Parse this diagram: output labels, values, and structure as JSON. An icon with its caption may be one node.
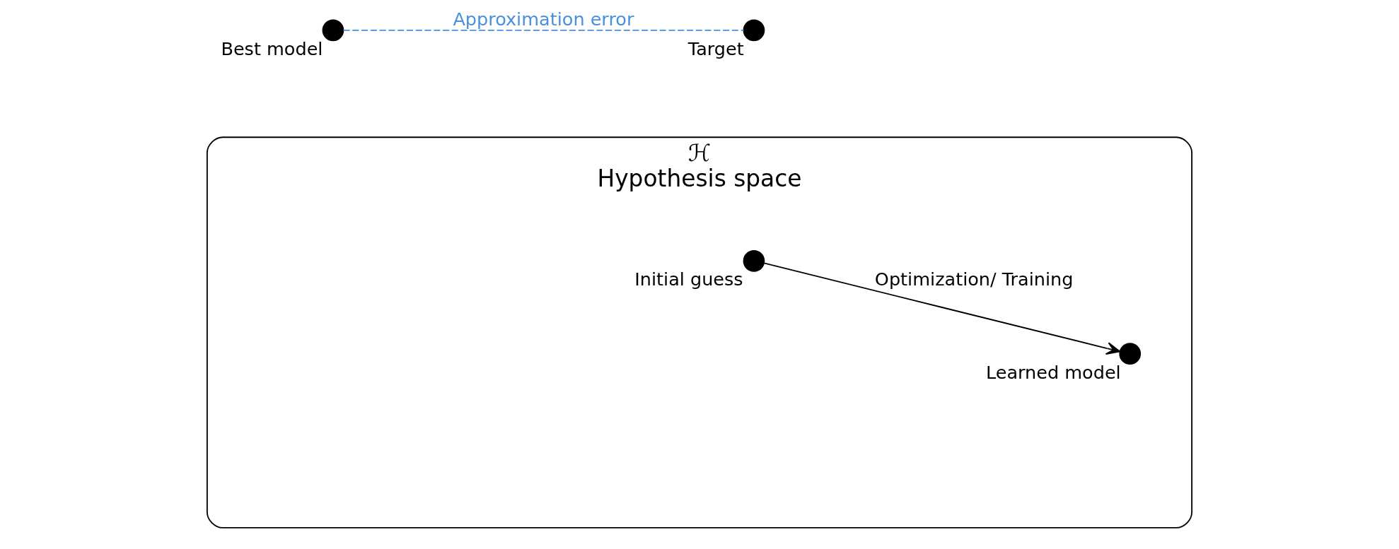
{
  "diagram": {
    "nodes": [
      {
        "text": [
          "ℋ",
          "Hypothesis space"
        ]
      },
      {
        "text": [],
        "shape": "circle",
        "beside": [
          "Initial guess"
        ],
        "in": 0
      },
      {
        "text": [],
        "shape": "circle",
        "beside": [
          "Learned model"
        ],
        "in": 0
      },
      {
        "text": [],
        "shape": "circle",
        "beside": [
          "Best model"
        ]
      },
      {
        "text": [],
        "shape": "circle",
        "beside": [
          "Target"
        ]
      }
    ],
    "edges": [
      {
        "from": 1,
        "to": 2,
        "arrow": "to",
        "label": "Optimization/ Training"
      },
      {
        "from": 3,
        "to": 4,
        "arrow": "none",
        "label": "Approximation error",
        "style": "dashed",
        "color": "#4a90e2"
      }
    ]
  }
}
